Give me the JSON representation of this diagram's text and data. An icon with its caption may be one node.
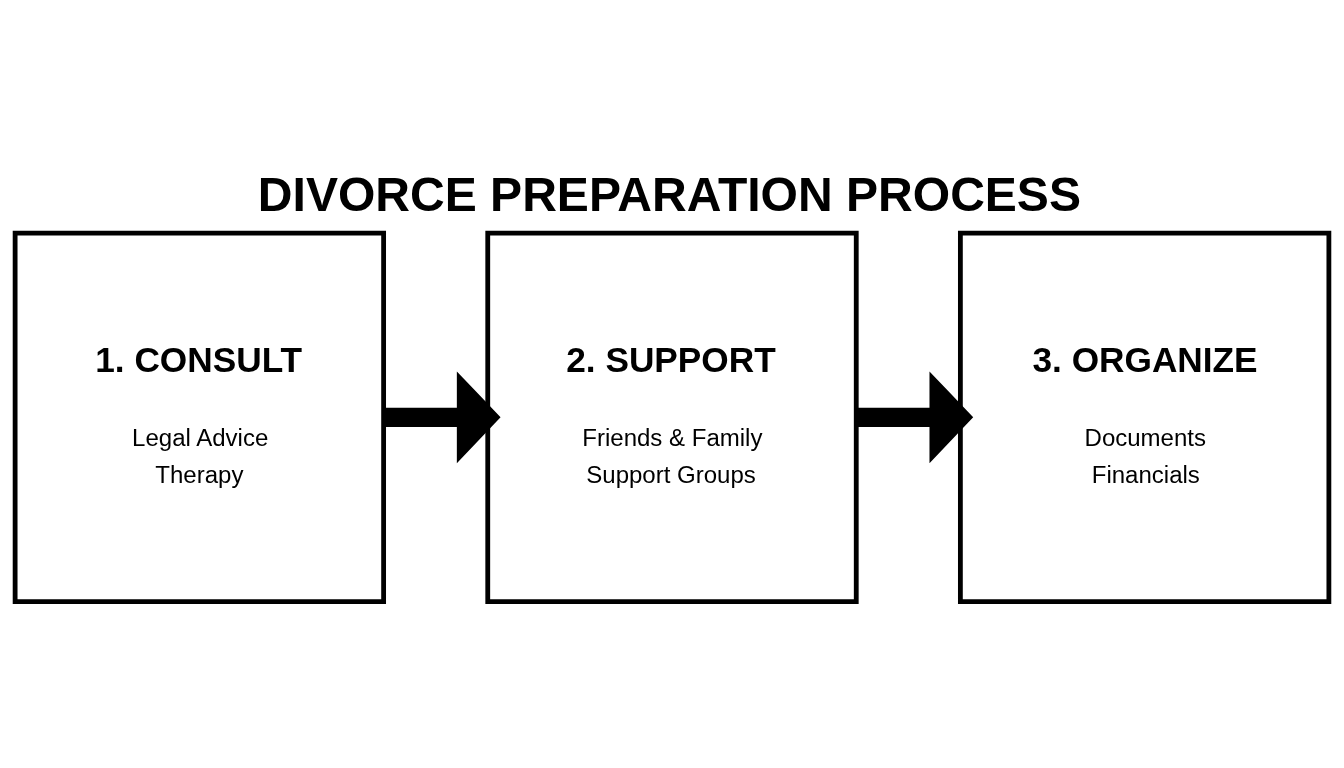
{
  "diagram": {
    "title": "DIVORCE PREPARATION PROCESS",
    "nodes": [
      {
        "text": [
          "1. CONSULT",
          "Legal Advice",
          "Therapy"
        ]
      },
      {
        "text": [
          "2. SUPPORT",
          "Friends & Family",
          "Support Groups"
        ]
      },
      {
        "text": [
          "3. ORGANIZE",
          "Documents",
          "Financials"
        ]
      }
    ],
    "edges": [
      {
        "from": 0,
        "to": 1,
        "arrow": "to"
      },
      {
        "from": 1,
        "to": 2,
        "arrow": "to"
      }
    ]
  }
}
